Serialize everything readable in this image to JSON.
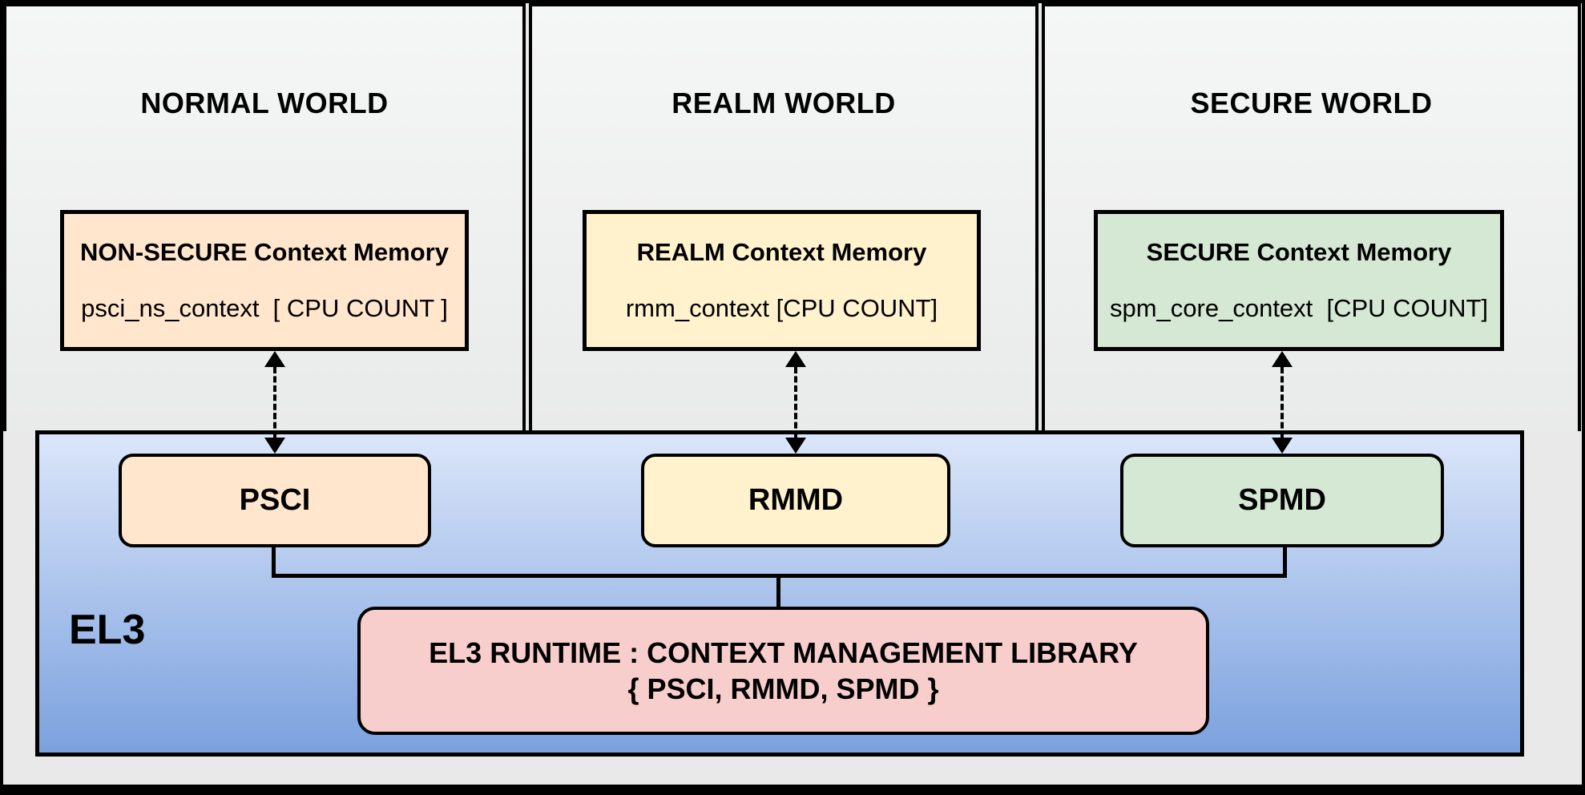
{
  "colors": {
    "page_background": "#e9e9e9",
    "border": "#000000",
    "panel_gradient_top": "#f5f6f6",
    "panel_gradient_bottom": "#e9eaea",
    "el3_gradient_top": "#dbe6f9",
    "el3_gradient_bottom": "#7ba1de",
    "normal_fill": "#ffe6cc",
    "realm_fill": "#fff2cc",
    "secure_fill": "#d5e8d4",
    "runtime_fill": "#f8cecc"
  },
  "worlds": [
    {
      "title": "NORMAL WORLD",
      "memory": {
        "title": "NON-SECURE Context Memory",
        "value": "psci_ns_context  [ CPU COUNT ]",
        "fill": "#ffe6cc"
      },
      "driver": {
        "label": "PSCI",
        "fill": "#ffe6cc"
      }
    },
    {
      "title": "REALM WORLD",
      "memory": {
        "title": "REALM Context Memory",
        "value": "rmm_context [CPU COUNT]",
        "fill": "#fff2cc"
      },
      "driver": {
        "label": "RMMD",
        "fill": "#fff2cc"
      }
    },
    {
      "title": "SECURE WORLD",
      "memory": {
        "title": "SECURE Context Memory",
        "value": "spm_core_context  [CPU COUNT]",
        "fill": "#d5e8d4"
      },
      "driver": {
        "label": "SPMD",
        "fill": "#d5e8d4"
      }
    }
  ],
  "el3": {
    "label": "EL3",
    "runtime": {
      "line1": "EL3 RUNTIME : CONTEXT MANAGEMENT LIBRARY",
      "line2": "{ PSCI, RMMD, SPMD }",
      "fill": "#f8cecc"
    }
  }
}
